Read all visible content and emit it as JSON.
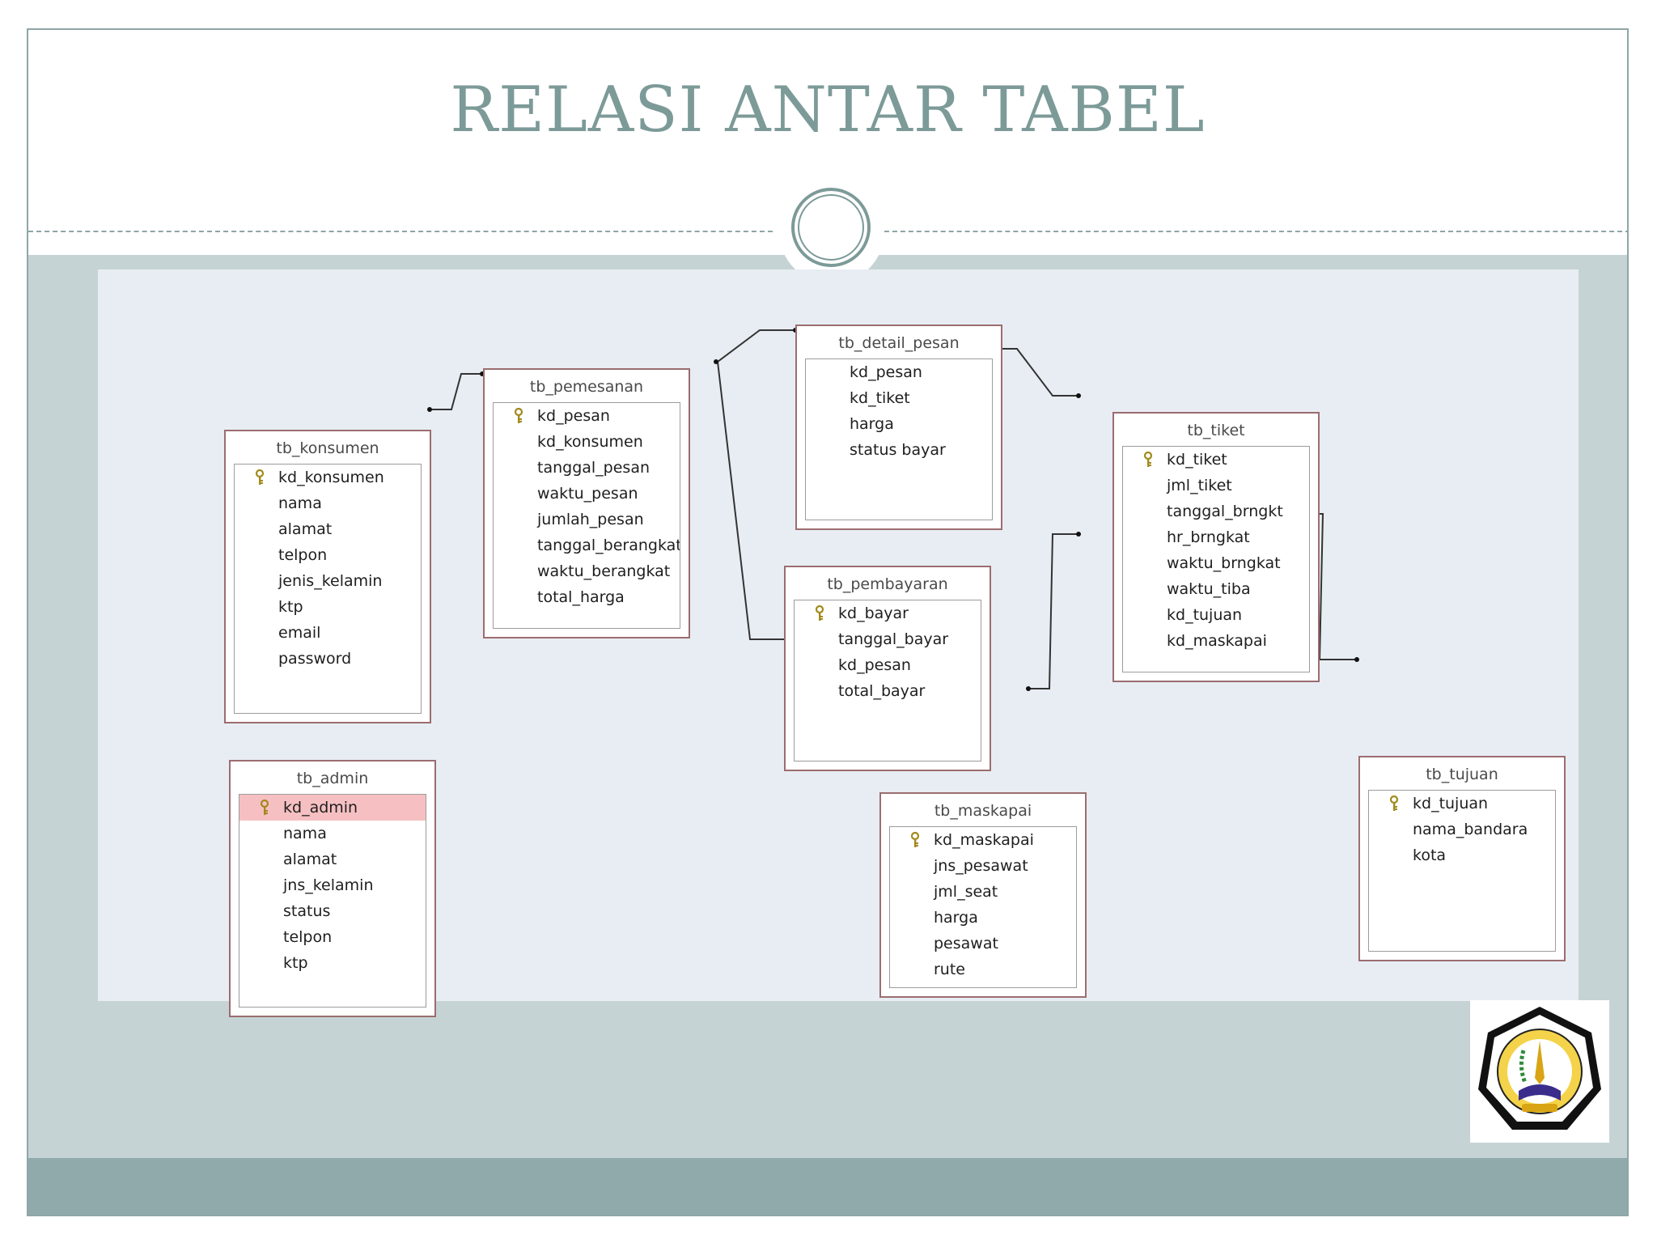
{
  "slide": {
    "title": "RELASI ANTAR TABEL"
  },
  "colors": {
    "title": "#7c9a98",
    "body_band": "#c6d3d4",
    "footer_band": "#90aaac",
    "diagram_bg": "#e8edf3",
    "table_border": "#9b6d70",
    "key_highlight": "#f6c0c2"
  },
  "icons": {
    "primary_key": "key-icon",
    "logo": "stiki-logo"
  },
  "tables": {
    "tb_konsumen": {
      "name": "tb_konsumen",
      "fields": [
        "kd_konsumen",
        "nama",
        "alamat",
        "telpon",
        "jenis_kelamin",
        "ktp",
        "email",
        "password"
      ]
    },
    "tb_pemesanan": {
      "name": "tb_pemesanan",
      "fields": [
        "kd_pesan",
        "kd_konsumen",
        "tanggal_pesan",
        "waktu_pesan",
        "jumlah_pesan",
        "tanggal_berangkat",
        "waktu_berangkat",
        "total_harga"
      ]
    },
    "tb_detail_pesan": {
      "name": "tb_detail_pesan",
      "fields": [
        "kd_pesan",
        "kd_tiket",
        "harga",
        "status bayar"
      ]
    },
    "tb_pembayaran": {
      "name": "tb_pembayaran",
      "fields": [
        "kd_bayar",
        "tanggal_bayar",
        "kd_pesan",
        "total_bayar"
      ]
    },
    "tb_tiket": {
      "name": "tb_tiket",
      "fields": [
        "kd_tiket",
        "jml_tiket",
        "tanggal_brngkt",
        "hr_brngkat",
        "waktu_brngkat",
        "waktu_tiba",
        "kd_tujuan",
        "kd_maskapai"
      ]
    },
    "tb_admin": {
      "name": "tb_admin",
      "fields": [
        "kd_admin",
        "nama",
        "alamat",
        "jns_kelamin",
        "status",
        "telpon",
        "ktp"
      ]
    },
    "tb_maskapai": {
      "name": "tb_maskapai",
      "fields": [
        "kd_maskapai",
        "jns_pesawat",
        "jml_seat",
        "harga",
        "pesawat",
        "rute"
      ]
    },
    "tb_tujuan": {
      "name": "tb_tujuan",
      "fields": [
        "kd_tujuan",
        "nama_bandara",
        "kota"
      ]
    }
  }
}
